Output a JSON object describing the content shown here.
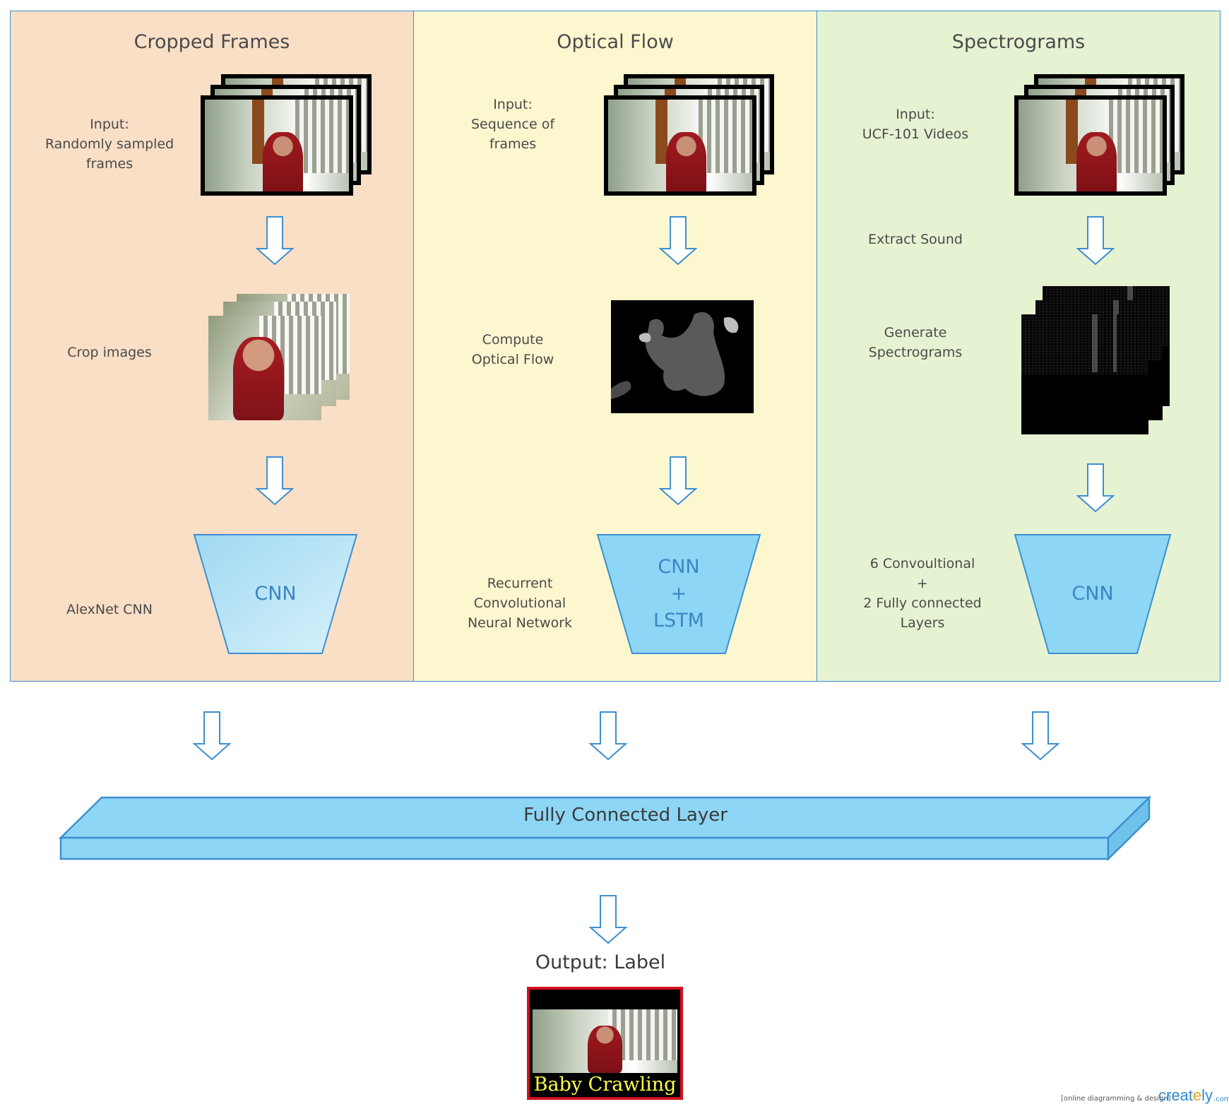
{
  "columns": [
    {
      "title": "Cropped Frames",
      "input_label": "Input:\nRandomly sampled\nframes",
      "step_label": "Crop images",
      "model_label": "AlexNet CNN",
      "model_text": "CNN",
      "background": "#f9dfc6"
    },
    {
      "title": "Optical Flow",
      "input_label": "Input:\nSequence of\nframes",
      "step_label": "Compute\nOptical Flow",
      "model_label": "Recurrent\nConvolutional\nNeural Network",
      "model_text": "CNN\n+\nLSTM",
      "background": "#fdf7d0"
    },
    {
      "title": "Spectrograms",
      "input_label": "Input:\nUCF-101 Videos",
      "extract_label": "Extract Sound",
      "step_label": "Generate\nSpectrograms",
      "model_label": "6 Convoultional\n+\n2 Fully connected\nLayers",
      "model_text": "CNN",
      "background": "#e6f3d2"
    }
  ],
  "fc_layer": "Fully Connected Layer",
  "output_label": "Output: Label",
  "output_caption": "Baby Crawling",
  "watermark": {
    "small": "[online diagramming & design]",
    "brand_main": "creat",
    "brand_y": "e",
    "brand_rest": "ly",
    "domain": ".com"
  },
  "colors": {
    "arrow_stroke": "#3d8fd0",
    "trapezoid_fill": "#8ed6f5",
    "trapezoid_stroke": "#3d8fd0",
    "output_border": "#d20f1e"
  }
}
